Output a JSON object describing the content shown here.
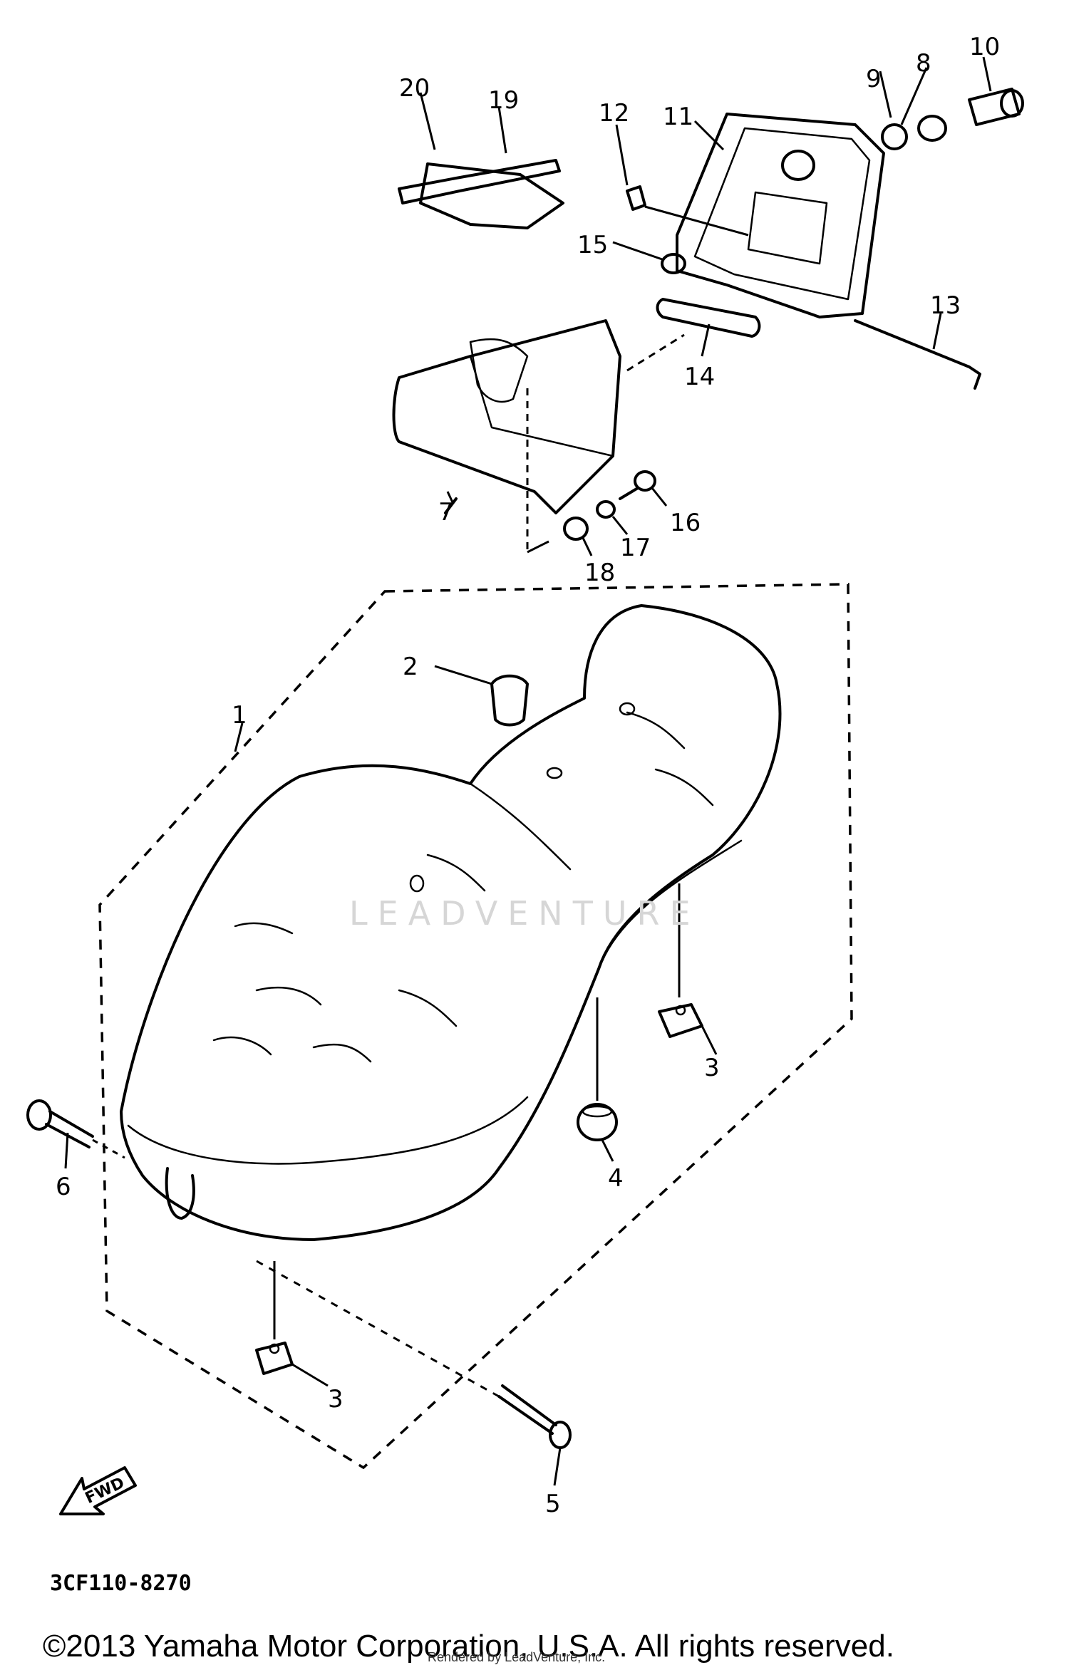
{
  "diagram": {
    "code": "3CF110-8270",
    "direction_label": "FWD",
    "watermark": "LEADVENTURE",
    "copyright": "©2013 Yamaha Motor Corporation, U.S.A. All rights reserved.",
    "render_credit": "Rendered by LeadVenture, Inc."
  },
  "callouts": [
    "1",
    "2",
    "3",
    "3",
    "4",
    "5",
    "6",
    "7",
    "8",
    "9",
    "10",
    "11",
    "12",
    "13",
    "14",
    "15",
    "16",
    "17",
    "18",
    "19",
    "20"
  ]
}
